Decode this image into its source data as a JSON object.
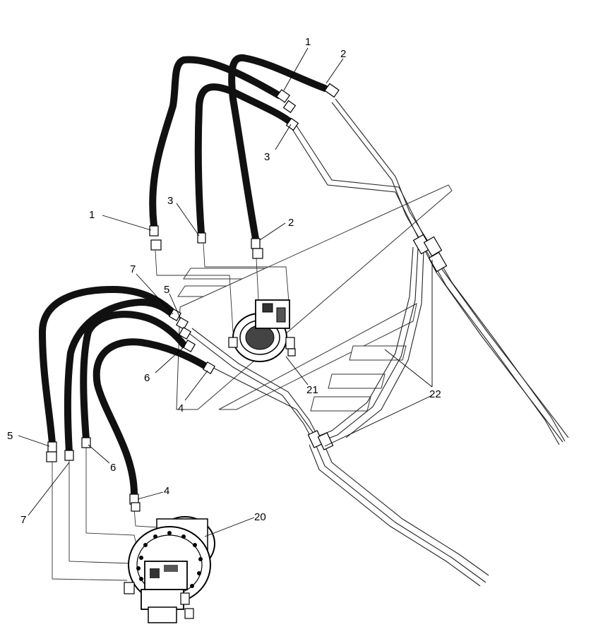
{
  "callouts": {
    "c1_top": "1",
    "c2_top": "2",
    "c3_top": "3",
    "c1_mid": "1",
    "c3_mid": "3",
    "c2_mid": "2",
    "c7_upper": "7",
    "c5_upper": "5",
    "c6_upper": "6",
    "c4_upper": "4",
    "c21": "21",
    "c22": "22",
    "c5_lower": "5",
    "c6_lower": "6",
    "c4_lower": "4",
    "c7_lower": "7",
    "c20": "20"
  },
  "colors": {
    "line": "#000000",
    "background": "#ffffff"
  }
}
